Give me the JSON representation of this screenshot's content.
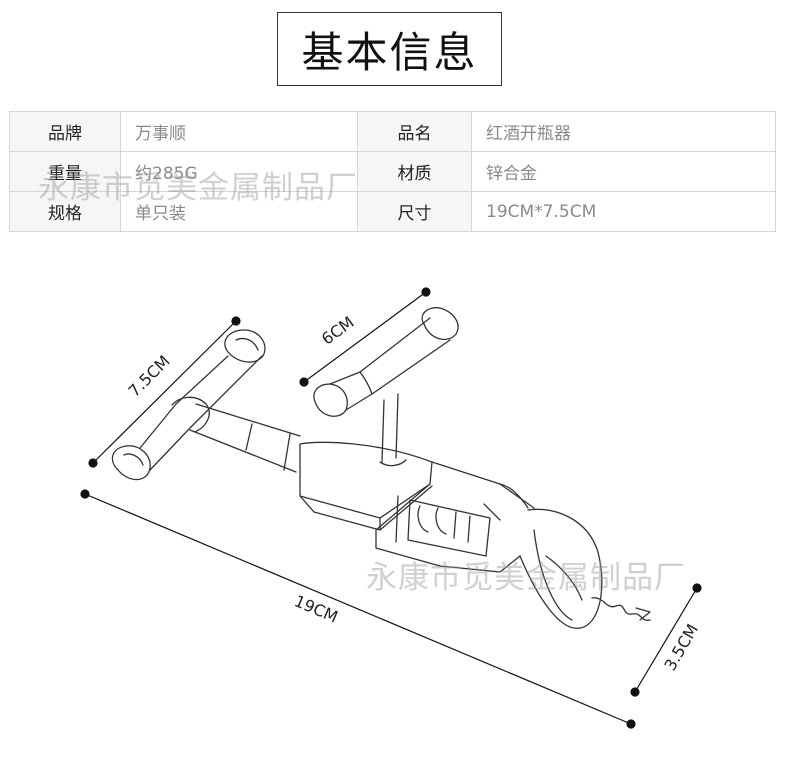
{
  "title": "基本信息",
  "spec_table": {
    "rows": [
      {
        "label1": "品牌",
        "value1": "万事顺",
        "label2": "品名",
        "value2": "红酒开瓶器"
      },
      {
        "label1": "重量",
        "value1": "约285G",
        "label2": "材质",
        "value2": "锌合金"
      },
      {
        "label1": "规格",
        "value1": "单只装",
        "label2": "尺寸",
        "value2": "19CM*7.5CM"
      }
    ]
  },
  "watermark": "永康市觅美金属制品厂",
  "dimensions": {
    "length": "19CM",
    "handle": "7.5CM",
    "lever": "6CM",
    "diameter": "3.5CM"
  }
}
